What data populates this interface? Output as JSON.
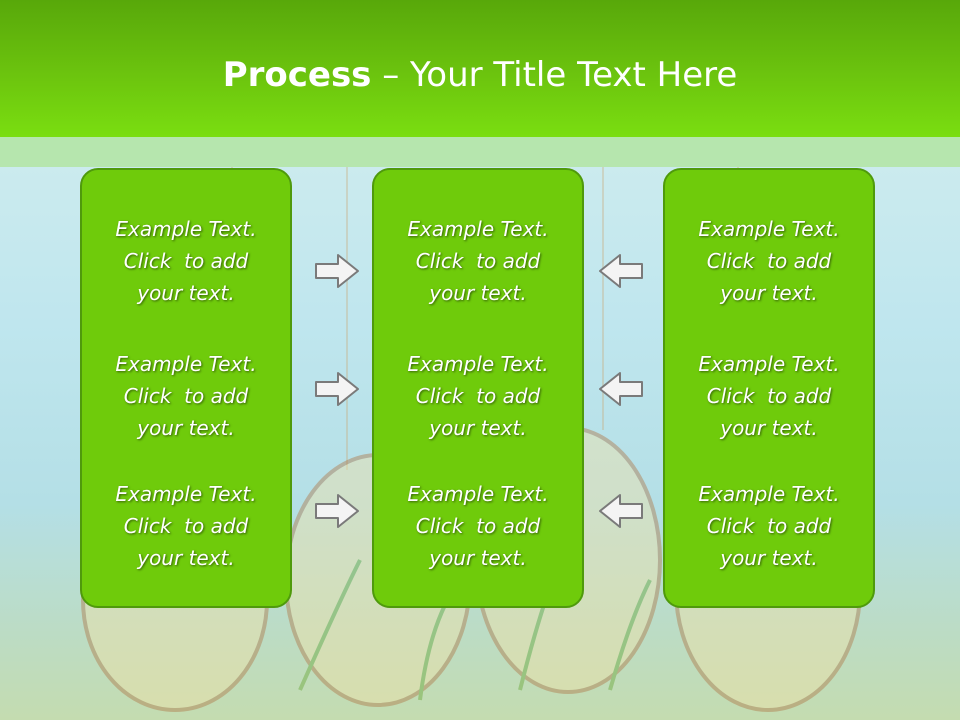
{
  "slide": {
    "title_bold": "Process",
    "title_rest": " – Your Title Text Here"
  },
  "panels": [
    {
      "blocks": [
        [
          "Example Text.",
          "Click  to add",
          "your text."
        ],
        [
          "Example Text.",
          "Click  to add",
          "your text."
        ],
        [
          "Example Text.",
          "Click  to add",
          "your text."
        ]
      ]
    },
    {
      "blocks": [
        [
          "Example Text.",
          "Click  to add",
          "your text."
        ],
        [
          "Example Text.",
          "Click  to add",
          "your text."
        ],
        [
          "Example Text.",
          "Click  to add",
          "your text."
        ]
      ]
    },
    {
      "blocks": [
        [
          "Example Text.",
          "Click  to add",
          "your text."
        ],
        [
          "Example Text.",
          "Click  to add",
          "your text."
        ],
        [
          "Example Text.",
          "Click  to add",
          "your text."
        ]
      ]
    }
  ],
  "arrows": {
    "left_column": "right-arrow-icon",
    "right_column": "left-arrow-icon"
  },
  "colors": {
    "header": "#6cc40e",
    "panel": "#6fcb0b",
    "panel_border": "#4f9a0c",
    "arrow_fill": "#f4f4f4",
    "arrow_stroke": "#7a7a7a"
  }
}
